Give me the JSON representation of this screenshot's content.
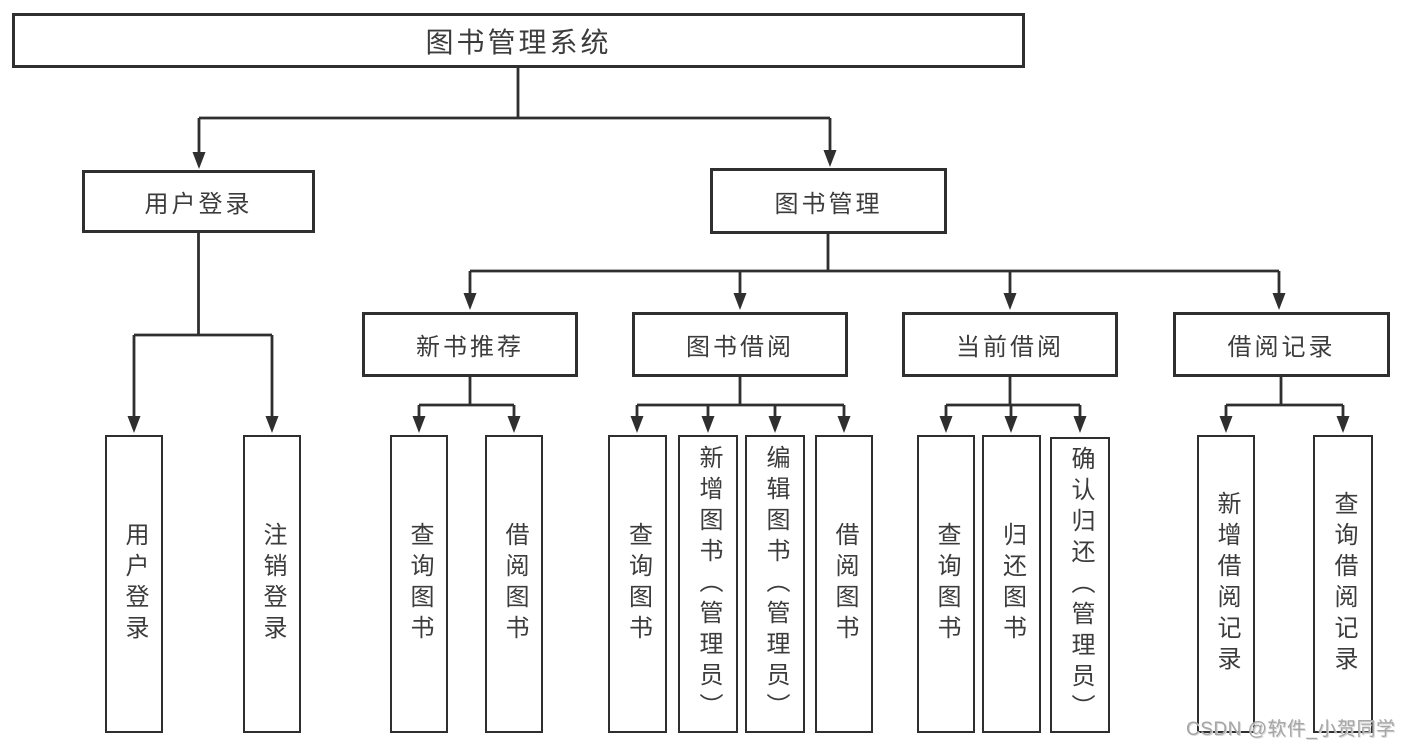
{
  "diagram_type": "hierarchy-tree",
  "colors": {
    "background": "#ffffff",
    "line": "#2f2f2f",
    "box_border": "#2f2f2f",
    "box_fill": "#ffffff",
    "text": "#3c3c3c",
    "watermark": "#a6a6a6"
  },
  "tree": {
    "label": "图书管理系统",
    "children": [
      {
        "label": "用户登录",
        "children": [
          {
            "label": "用户登录"
          },
          {
            "label": "注销登录"
          }
        ]
      },
      {
        "label": "图书管理",
        "children": [
          {
            "label": "新书推荐",
            "children": [
              {
                "label": "查询图书"
              },
              {
                "label": "借阅图书"
              }
            ]
          },
          {
            "label": "图书借阅",
            "children": [
              {
                "label": "查询图书"
              },
              {
                "label": "新增图书（管理员）"
              },
              {
                "label": "编辑图书（管理员）"
              },
              {
                "label": "借阅图书"
              }
            ]
          },
          {
            "label": "当前借阅",
            "children": [
              {
                "label": "查询图书"
              },
              {
                "label": "归还图书"
              },
              {
                "label": "确认归还（管理员）"
              }
            ]
          },
          {
            "label": "借阅记录",
            "children": [
              {
                "label": "新增借阅记录"
              },
              {
                "label": "查询借阅记录"
              }
            ]
          }
        ]
      }
    ]
  },
  "watermark": {
    "text": "CSDN @软件_小贺同学"
  }
}
